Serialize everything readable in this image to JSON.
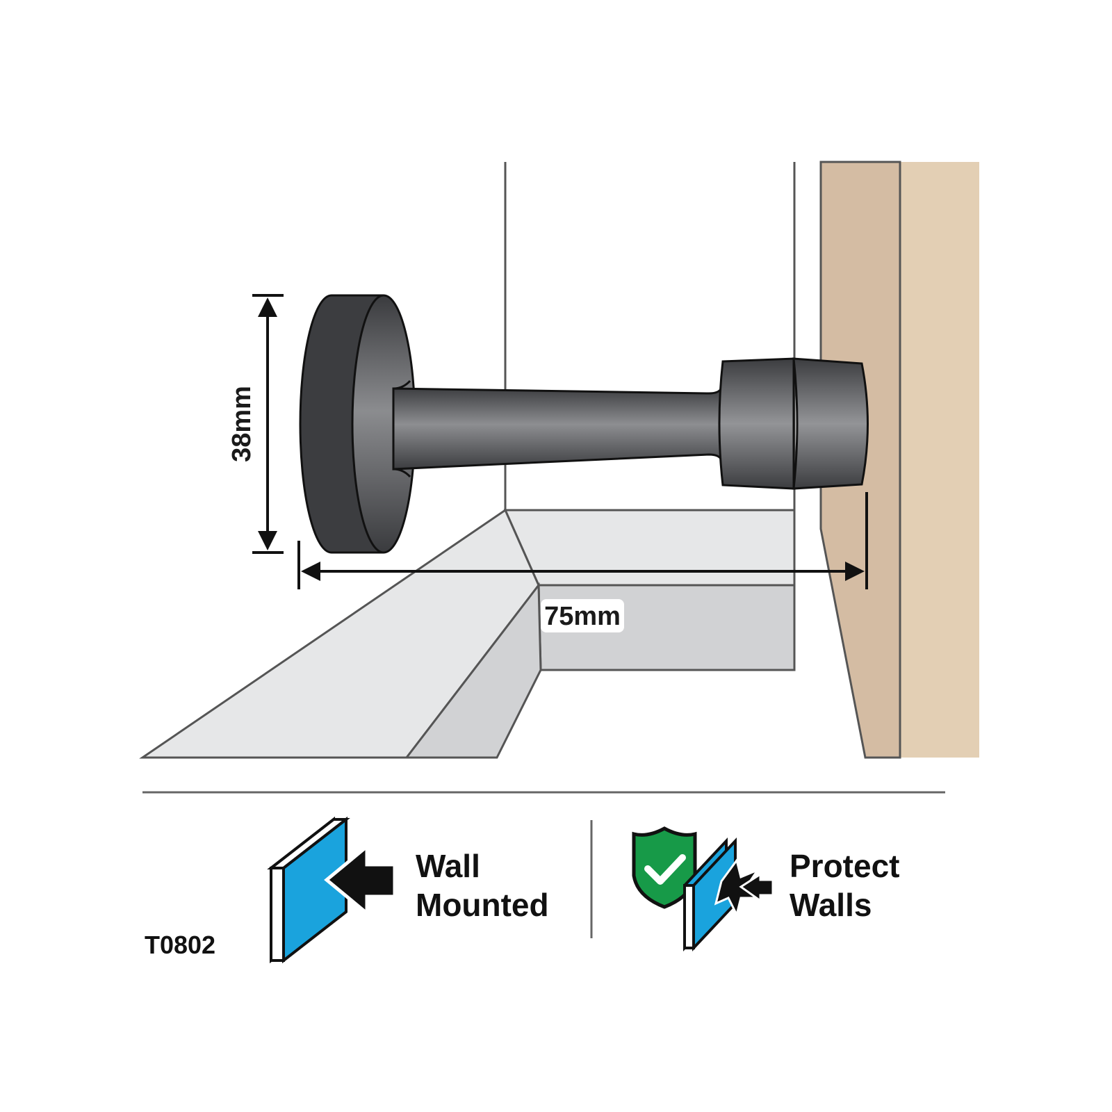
{
  "dimensions": {
    "height_label": "38mm",
    "length_label": "75mm"
  },
  "features": [
    {
      "icon": "wall-mount-icon",
      "line1": "Wall",
      "line2": "Mounted"
    },
    {
      "icon": "protect-wall-icon",
      "line1": "Protect",
      "line2": "Walls"
    }
  ],
  "product_code": "T0802",
  "colors": {
    "stopper_dark": "#3c3d40",
    "stopper_highlight": "#8a8b8e",
    "door_wood": "#d4bca3",
    "door_wood_light": "#e3cfb4",
    "floor_light": "#e6e7e8",
    "floor_mid": "#d1d2d4",
    "wall_blue": "#1aa3dd",
    "shield_green": "#179a48",
    "outline": "#555555"
  }
}
